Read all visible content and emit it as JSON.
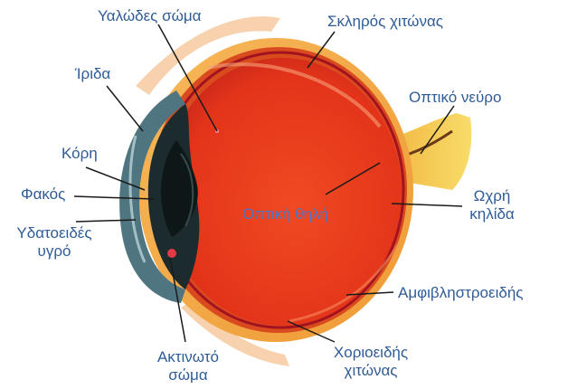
{
  "labels": {
    "vitreous_body": "Υαλώδες σώμα",
    "sclera": "Σκληρός χιτώνας",
    "iris": "Ίριδα",
    "optic_nerve": "Οπτικό νεύρο",
    "pupil": "Κόρη",
    "lens": "Φακός",
    "optic_disc": "Οπτική θηλή",
    "macula_line1": "Ωχρή",
    "macula_line2": "κηλίδα",
    "aqueous_line1": "Υδατοειδές",
    "aqueous_line2": "υγρό",
    "retina": "Αμφιβληστροειδής",
    "ciliary_line1": "Ακτινωτό",
    "ciliary_line2": "σώμα",
    "choroid_line1": "Χοριοειδής",
    "choroid_line2": "χιτώνας"
  },
  "colors": {
    "label_text": "#2f5c97",
    "sclera": "#f2a23a",
    "vitreous": "#e8361c",
    "retina": "#c81e2a",
    "iris_dark": "#1b2a2c",
    "cornea": "#5f7f88",
    "optic_nerve": "#f4c94a"
  }
}
